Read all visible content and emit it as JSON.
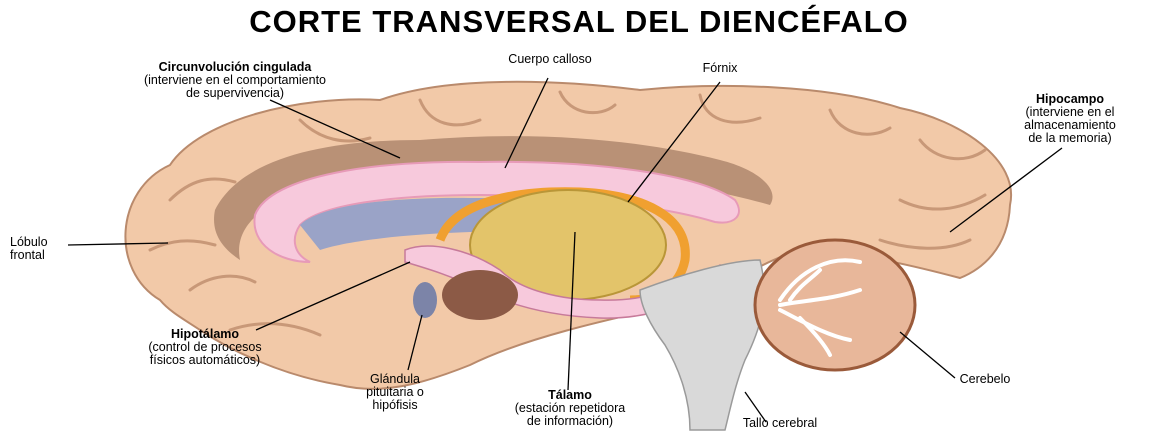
{
  "title": "CORTE TRANSVERSAL DEL DIENCÉFALO",
  "labels": {
    "cingulada": {
      "name": "Circunvolución cingulada",
      "desc1": "(interviene en el comportamiento",
      "desc2": "de supervivencia)"
    },
    "calloso": {
      "name": "Cuerpo calloso"
    },
    "fornix": {
      "name": "Fórnix"
    },
    "hipocampo": {
      "name": "Hipocampo",
      "desc1": "(interviene en el",
      "desc2": "almacenamiento",
      "desc3": "de la memoria)"
    },
    "lobulo": {
      "line1": "Lóbulo",
      "line2": "frontal"
    },
    "hipotalamo": {
      "name": "Hipotálamo",
      "desc1": "(control de procesos",
      "desc2": "físicos automáticos)"
    },
    "glandula": {
      "line1": "Glándula",
      "line2": "pituitaria o",
      "line3": "hipófisis"
    },
    "talamo": {
      "name": "Tálamo",
      "desc1": "(estación repetidora",
      "desc2": "de información)"
    },
    "tallo": {
      "name": "Tallo cerebral"
    },
    "cerebelo": {
      "name": "Cerebelo"
    }
  },
  "colors": {
    "cortex": "#f2c9a8",
    "cortex_dark": "#b98a6c",
    "sulcus": "#c89878",
    "corpus_callosum": "#f7c9dc",
    "ventricle": "#9aa3c7",
    "thalamus": "#e3c46a",
    "fornix": "#f0a030",
    "brainstem": "#d9d9d9",
    "cerebellum_dark": "#9a5a3a",
    "midbrain": "#8c5a46"
  }
}
